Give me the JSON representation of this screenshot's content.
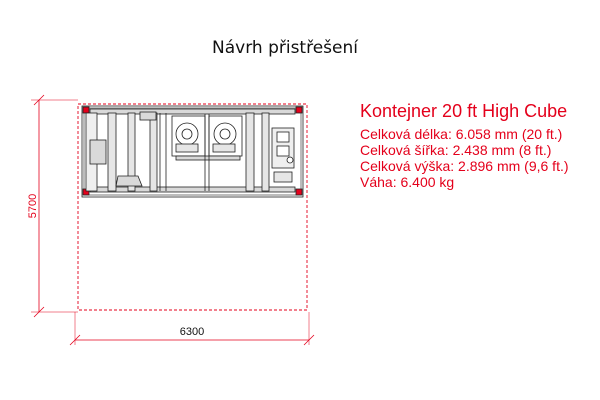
{
  "title": "Návrh přistřešení",
  "dimensions": {
    "width_label": "6300",
    "height_label": "5700"
  },
  "container": {
    "title": "Kontejner 20 ft High Cube",
    "lines": [
      "Celková délka: 6.058 mm (20 ft.)",
      "Celková šířka: 2.438 mm (8 ft.)",
      "Celková výška: 2.896 mm (9,6 ft.)",
      "Váha: 6.400 kg"
    ]
  },
  "colors": {
    "accent": "#e4001b",
    "line": "#222222",
    "fill": "#d9d9d9"
  }
}
